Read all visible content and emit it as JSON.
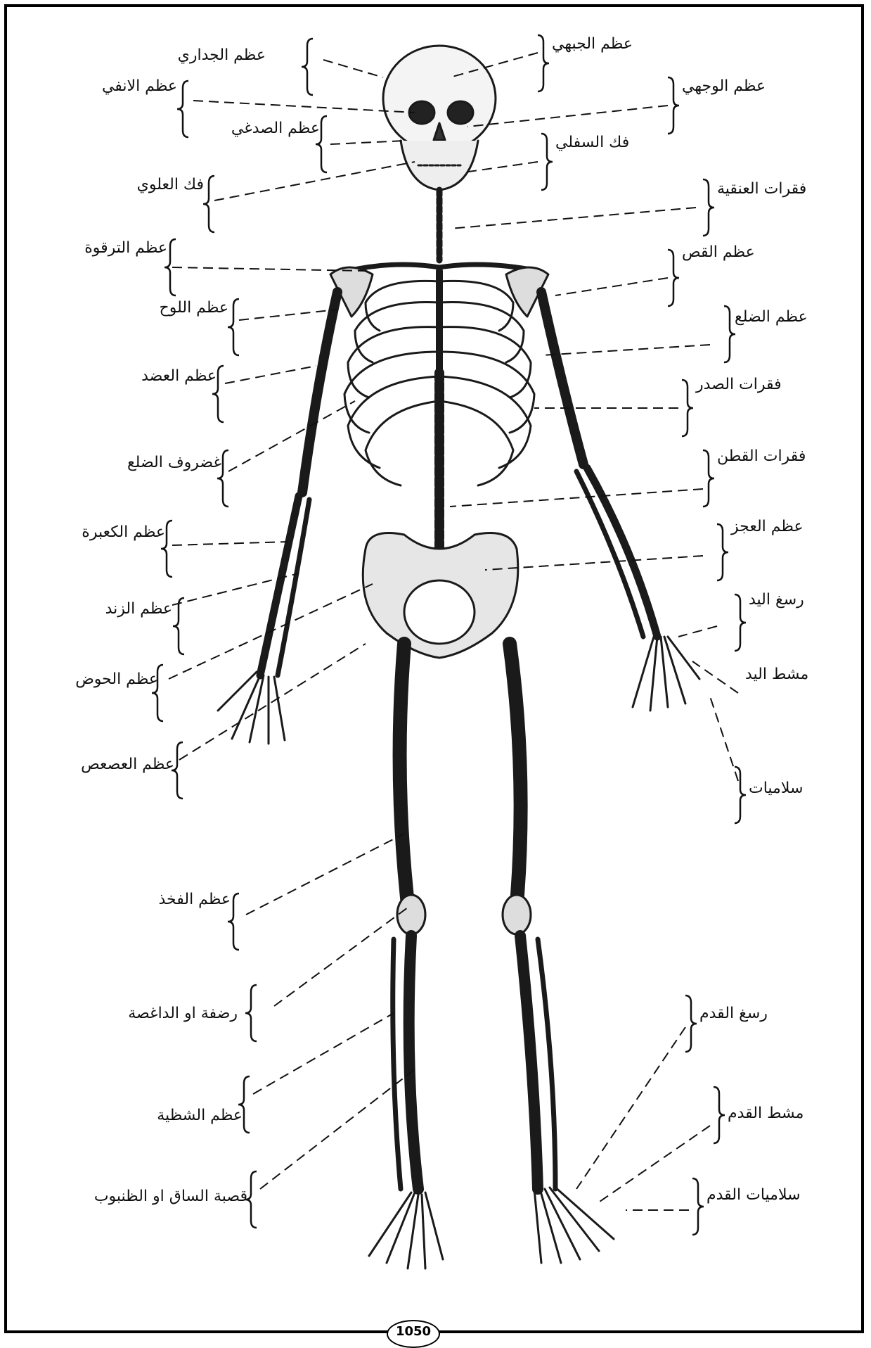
{
  "diagram": {
    "labels_left": [
      "عظم الجداري",
      "عظم الانفي",
      "عظم الصدغي",
      "فك العلوي",
      "عظم الترقوة",
      "عظم اللوح",
      "عظم العضد",
      "غضروف الضلع",
      "عظم الكعبرة",
      "عظم الزند",
      "عظم الحوض",
      "عظم العصعص",
      "عظم الفخذ",
      "رضفة او الداغصة",
      "عظم الشظية",
      "قصبة الساق او الظنبوب"
    ],
    "labels_right": [
      "عظم الجبهي",
      "عظم الوجهي",
      "فك السفلي",
      "فقرات العنقية",
      "عظم القص",
      "عظم الضلع",
      "فقرات الصدر",
      "فقرات القطن",
      "عظم العجز",
      "رسغ اليد",
      "مشط اليد",
      "سلاميات",
      "رسغ القدم",
      "مشط القدم",
      "سلاميات القدم"
    ],
    "page_number": "1050"
  },
  "colors": {
    "ink": "#111111",
    "background": "#ffffff"
  }
}
